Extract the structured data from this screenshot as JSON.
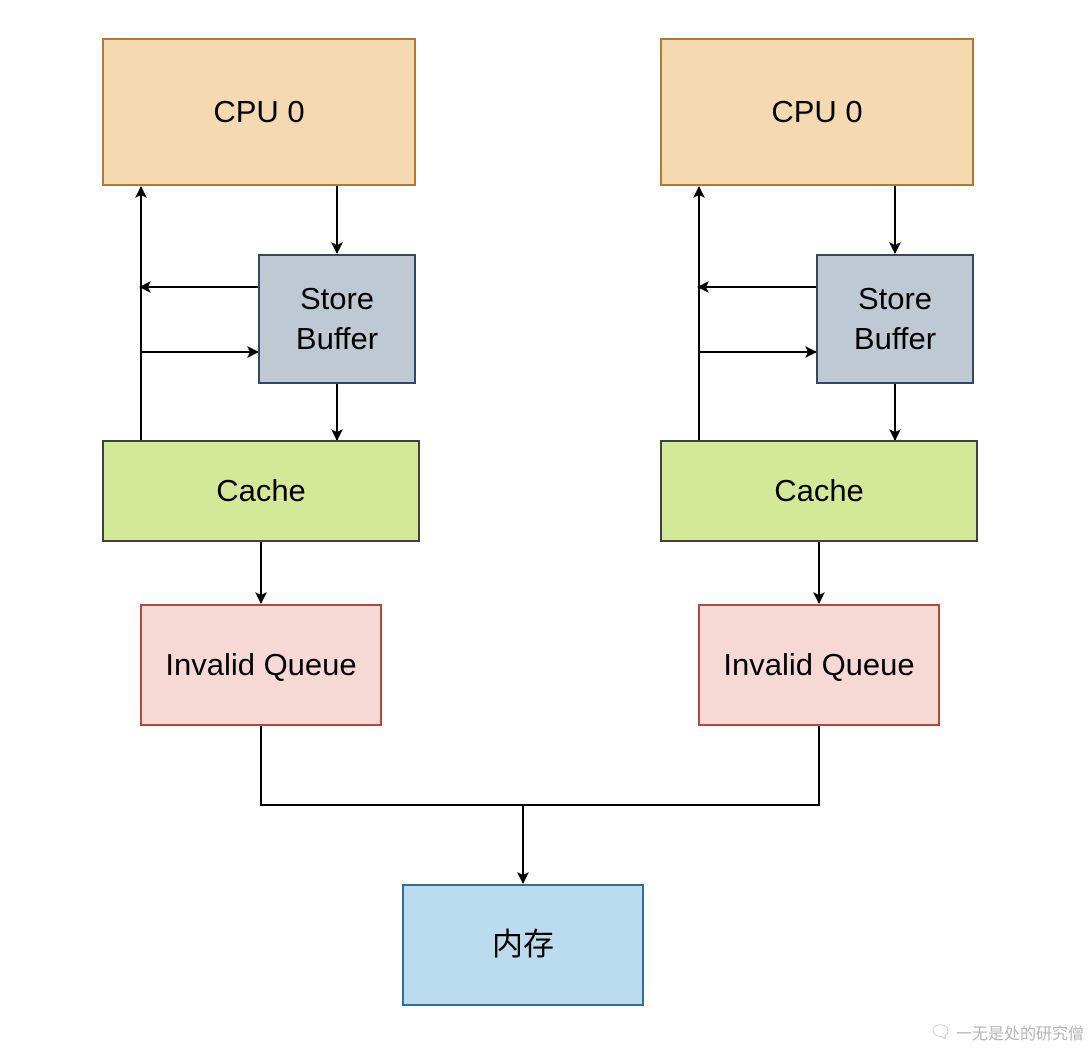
{
  "diagram": {
    "left": {
      "cpu": "CPU 0",
      "store_buffer": "Store\nBuffer",
      "cache": "Cache",
      "invalid_queue": "Invalid Queue"
    },
    "right": {
      "cpu": "CPU 0",
      "store_buffer": "Store\nBuffer",
      "cache": "Cache",
      "invalid_queue": "Invalid Queue"
    },
    "memory": "内存"
  },
  "watermark": {
    "icon": "wechat-icon",
    "text": "一无是处的研究僧"
  },
  "colors": {
    "cpu_fill": "#f5d9b0",
    "store_buffer_fill": "#bfc9d4",
    "cache_fill": "#d4e997",
    "invalid_queue_fill": "#f6d9d5",
    "memory_fill": "#bbdcef"
  }
}
